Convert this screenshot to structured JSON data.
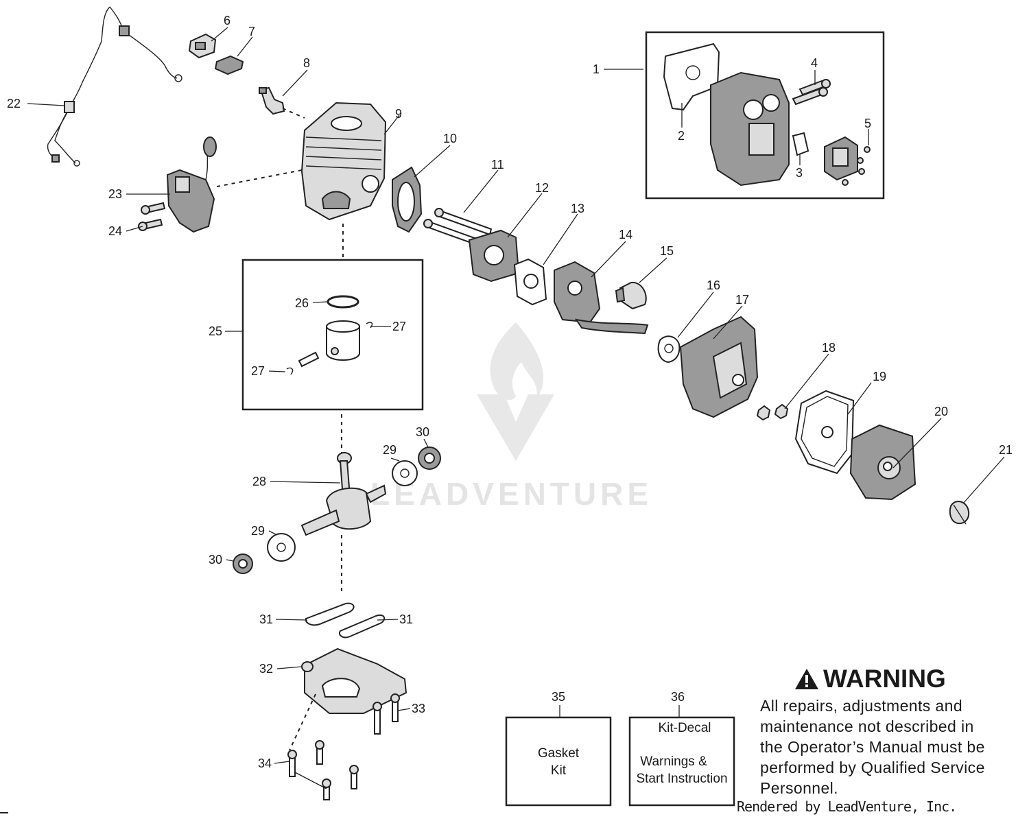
{
  "callouts": [
    "1",
    "2",
    "3",
    "4",
    "5",
    "6",
    "7",
    "8",
    "9",
    "10",
    "11",
    "12",
    "13",
    "14",
    "15",
    "16",
    "17",
    "18",
    "19",
    "20",
    "21",
    "22",
    "23",
    "24",
    "25",
    "26",
    "27",
    "27",
    "28",
    "29",
    "29",
    "30",
    "30",
    "31",
    "31",
    "32",
    "33",
    "34",
    "35",
    "36"
  ],
  "kits": [
    {
      "number": "35",
      "lines": [
        "Gasket",
        "Kit"
      ]
    },
    {
      "number": "36",
      "lines": [
        "Kit-Decal",
        "Warnings &",
        "Start Instruction"
      ]
    }
  ],
  "warning": {
    "heading": "WARNING",
    "body": "All repairs, adjustments and\nmaintenance not described in\nthe Operator’s Manual must be\nperformed by Qualified Service\nPersonnel."
  },
  "credit": "Rendered by LeadVenture, Inc.",
  "watermark": "LEADVENTURE",
  "icons": {
    "warning": "warning-triangle-icon",
    "watermark": "flame-logo-icon"
  }
}
